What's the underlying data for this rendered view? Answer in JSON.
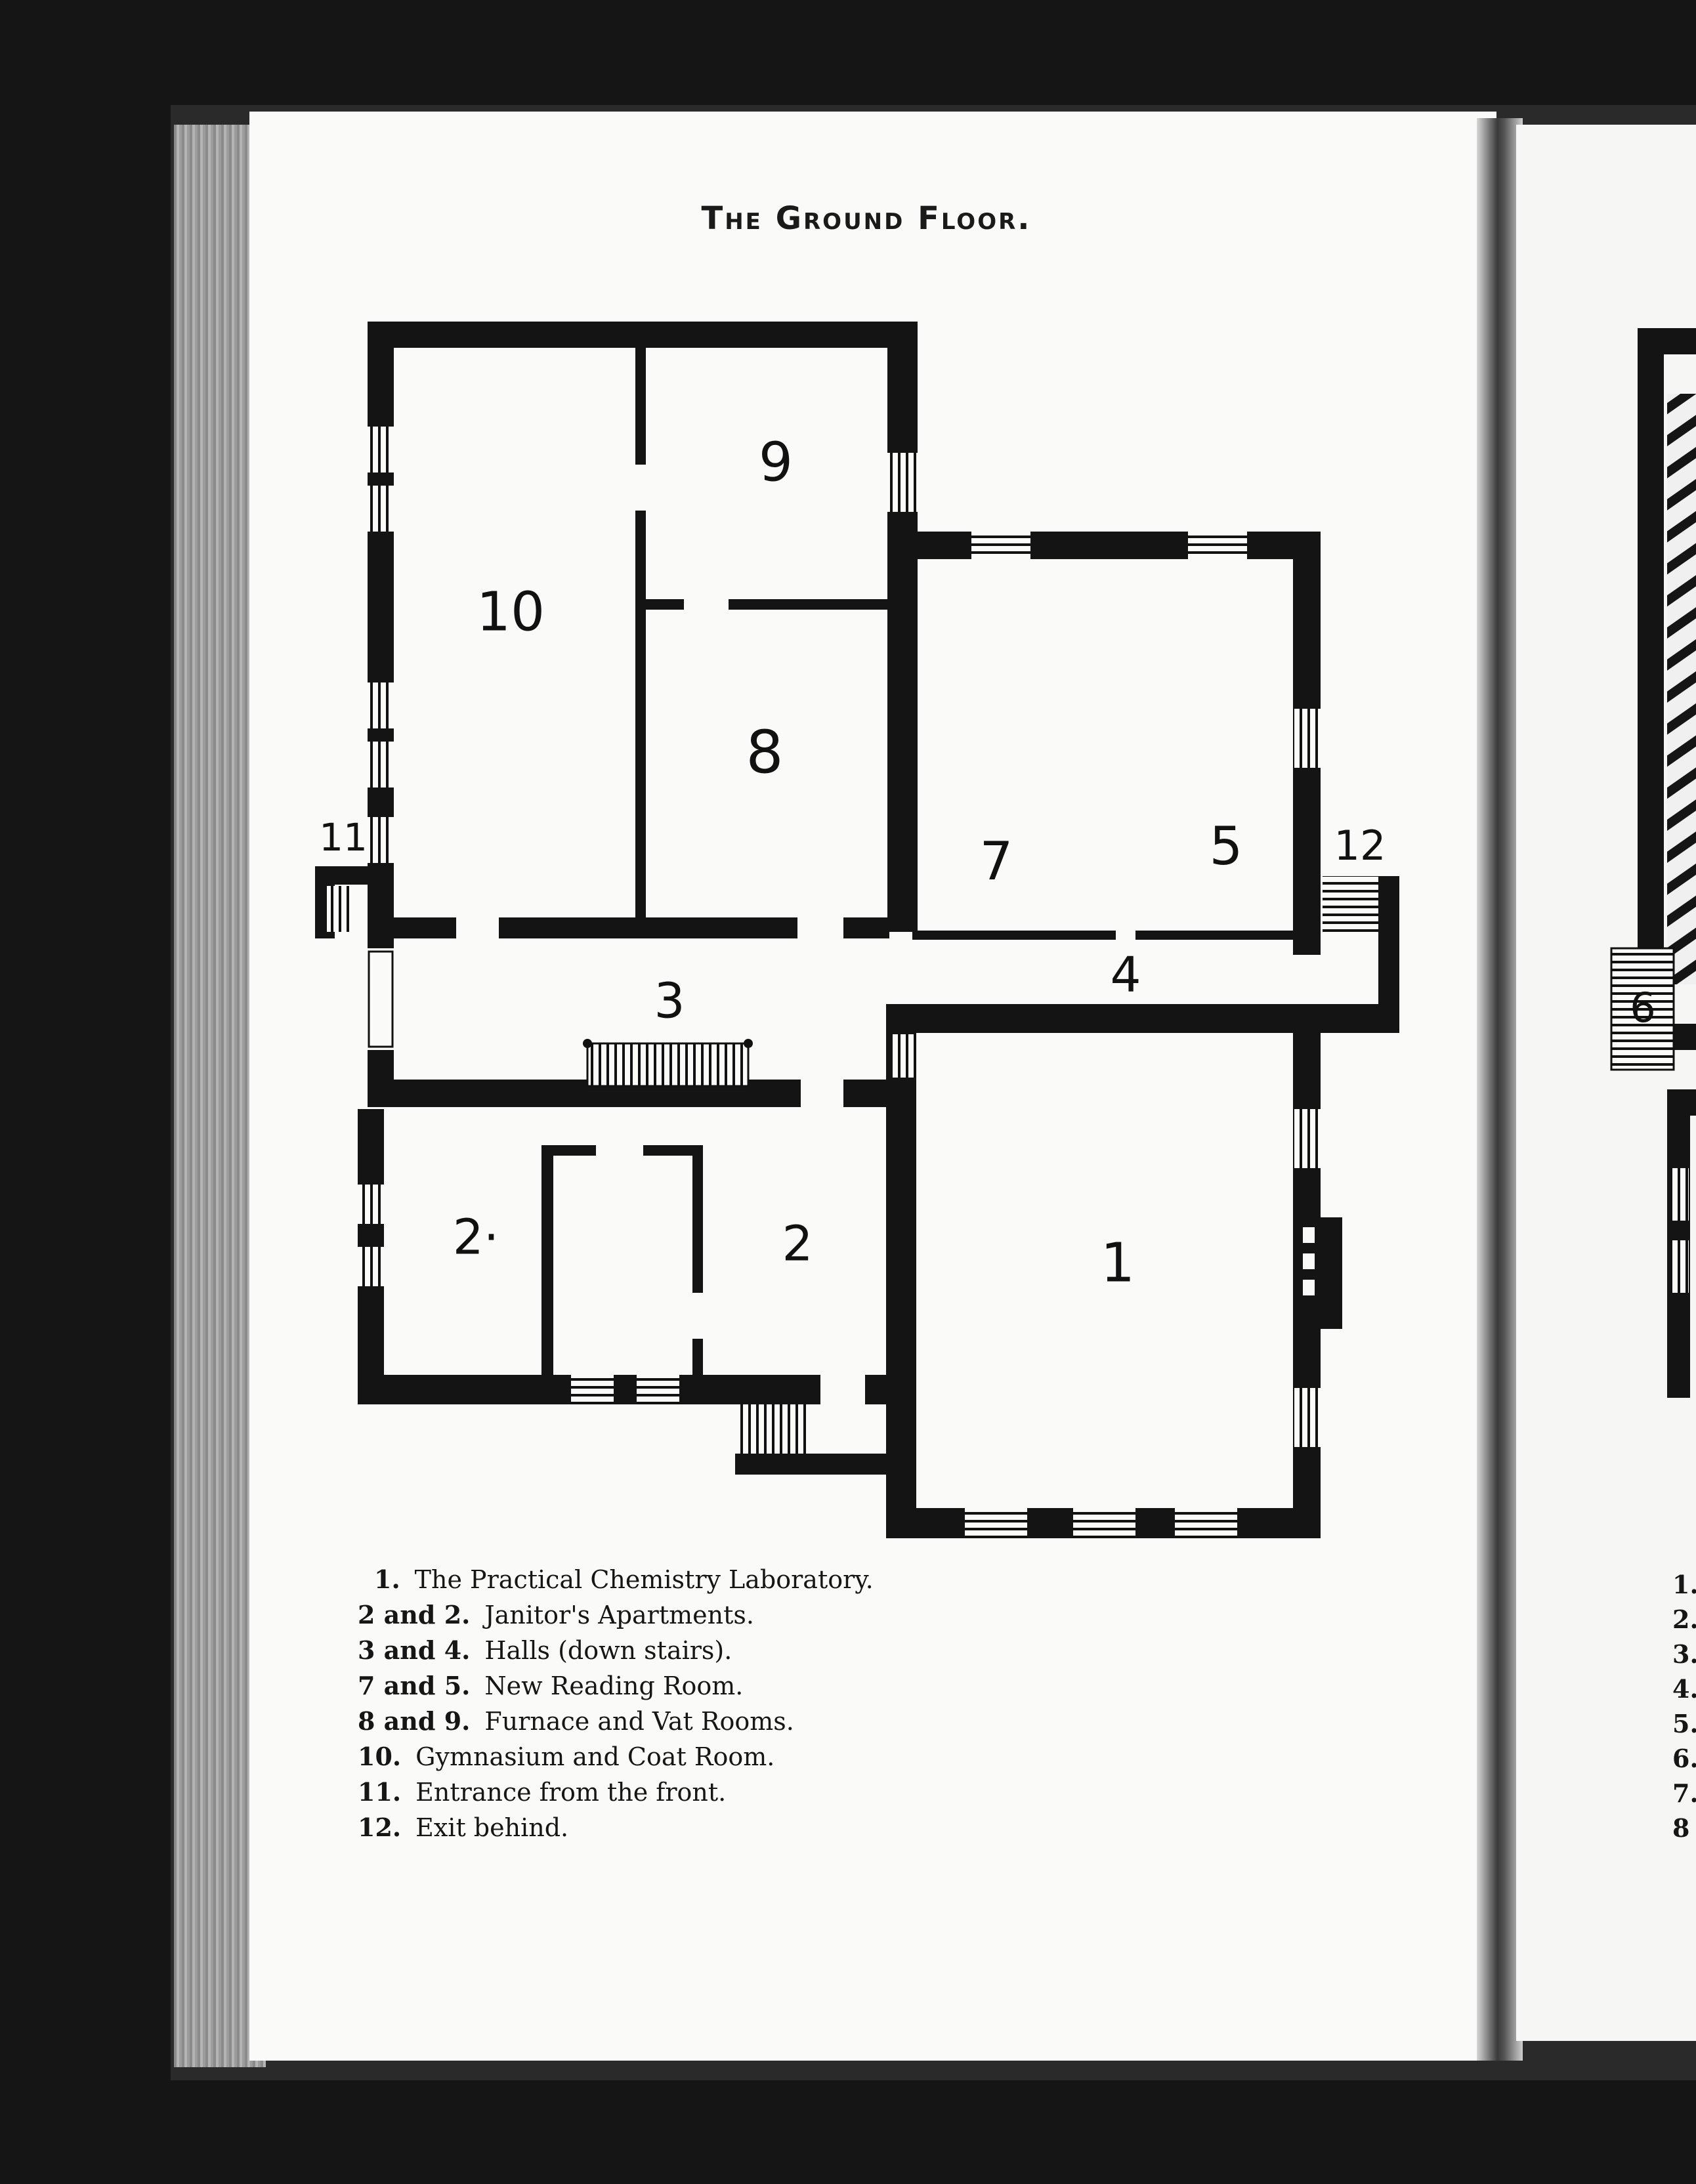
{
  "title": "The Ground Floor.",
  "rooms": [
    {
      "id": "1",
      "label": "1"
    },
    {
      "id": "2a",
      "label": "2·"
    },
    {
      "id": "2b",
      "label": "2"
    },
    {
      "id": "3",
      "label": "3"
    },
    {
      "id": "4",
      "label": "4"
    },
    {
      "id": "5",
      "label": "5"
    },
    {
      "id": "7",
      "label": "7"
    },
    {
      "id": "8",
      "label": "8"
    },
    {
      "id": "9",
      "label": "9"
    },
    {
      "id": "10",
      "label": "10"
    },
    {
      "id": "11",
      "label": "11"
    },
    {
      "id": "12",
      "label": "12"
    }
  ],
  "legend": [
    {
      "num": "1.",
      "desc": "The Practical Chemistry Laboratory."
    },
    {
      "num": "2 and 2.",
      "desc": "Janitor's Apartments."
    },
    {
      "num": "3 and 4.",
      "desc": "Halls (down stairs)."
    },
    {
      "num": "7 and 5.",
      "desc": "New Reading Room."
    },
    {
      "num": "8 and 9.",
      "desc": "Furnace and Vat Rooms."
    },
    {
      "num": "10.",
      "desc": "Gymnasium and Coat Room."
    },
    {
      "num": "11.",
      "desc": "Entrance from the front."
    },
    {
      "num": "12.",
      "desc": "Exit behind."
    }
  ],
  "adjacent_page": {
    "room_label": "6",
    "legend_fragments": [
      "1.",
      "2.",
      "3.",
      "4.",
      "5.",
      "6.",
      "7.",
      "8"
    ]
  }
}
